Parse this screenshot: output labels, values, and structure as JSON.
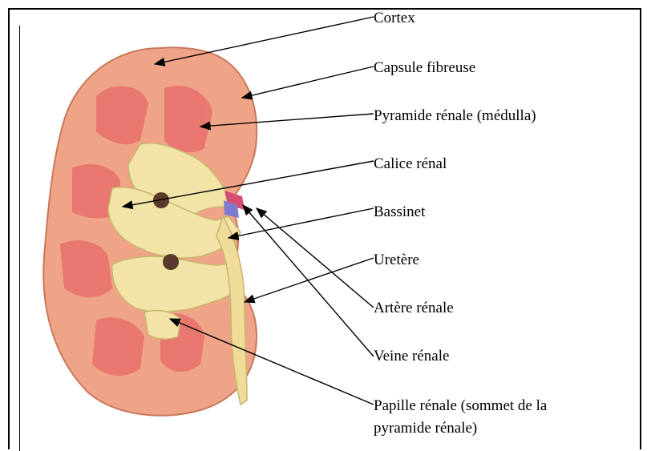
{
  "labels": {
    "cortex": "Cortex",
    "capsule": "Capsule fibreuse",
    "pyramide": "Pyramide rénale (médulla)",
    "calice": "Calice rénal",
    "bassinet": "Bassinet",
    "uretere": "Uretère",
    "artere": "Artère rénale",
    "veine": "Veine rénale",
    "papille_1": "Papille rénale (sommet de la",
    "papille_2": "pyramide rénale)"
  },
  "colors": {
    "cortex": "#f0a487",
    "pyramid": "#e8736e",
    "calyx": "#f2e3a6",
    "ureter": "#efdc98",
    "artery": "#d74f6e",
    "vein": "#7f7ccf"
  }
}
